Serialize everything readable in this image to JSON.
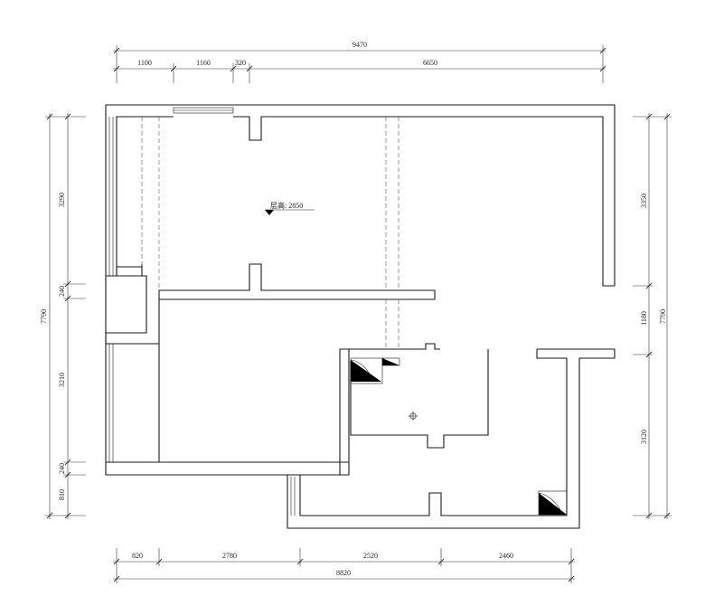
{
  "dimensions": {
    "top_total": "9470",
    "top_segments": [
      "1100",
      "1160",
      "320",
      "6650"
    ],
    "bottom_segments": [
      "820",
      "2780",
      "2520",
      "2460"
    ],
    "bottom_total": "8820",
    "left_total": "7790",
    "left_segments": [
      "3290",
      "240",
      "3210",
      "240",
      "810"
    ],
    "right_total": "7790",
    "right_segments": [
      "3350",
      "1180",
      "3120"
    ]
  },
  "annotations": {
    "ceiling_height": "层高: 2850"
  }
}
